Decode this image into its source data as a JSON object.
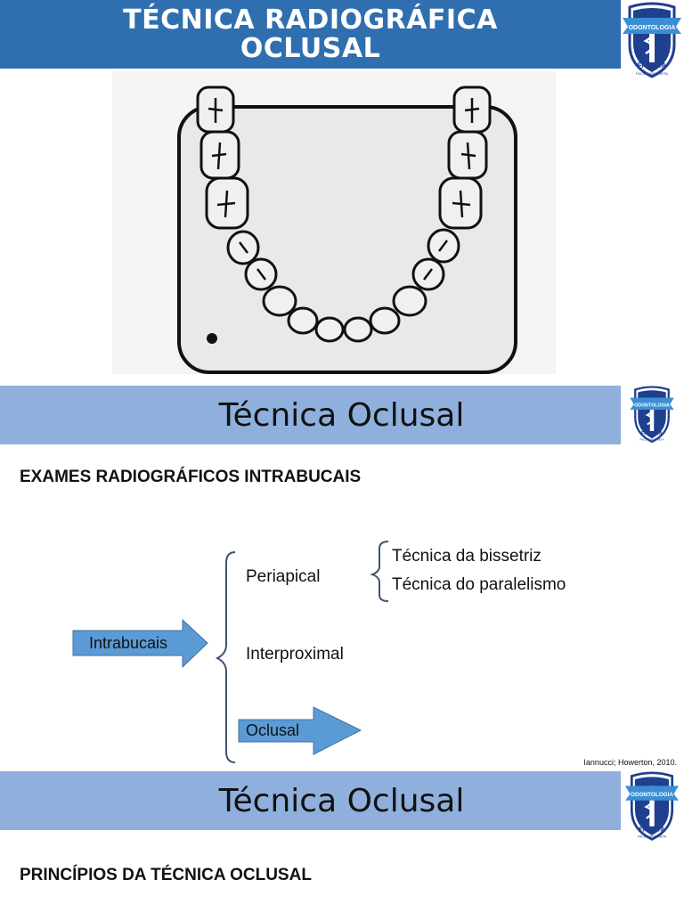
{
  "slide1": {
    "title_line1": "TÉCNICA RADIOGRÁFICA",
    "title_line2": "OCLUSAL"
  },
  "logo": {
    "name": "FAMETA",
    "ribbon_text": "ODONTOLOGIA",
    "subtitle": "FACULDADE META"
  },
  "slide2": {
    "banner_title": "Técnica Oclusal",
    "heading": "EXAMES RADIOGRÁFICOS INTRABUCAIS",
    "diagram": {
      "root": "Intrabucais",
      "branches": [
        "Periapical",
        "Interproximal",
        "Oclusal"
      ],
      "periapical_sub": [
        "Técnica da bissetriz",
        "Técnica do paralelismo"
      ]
    },
    "citation": "Iannucci; Howerton, 2010."
  },
  "slide3": {
    "banner_title": "Técnica Oclusal",
    "heading": "PRINCÍPIOS DA TÉCNICA OCLUSAL"
  },
  "colors": {
    "dark_banner": "#2f6faf",
    "light_banner": "#8fb0dd",
    "arrow": "#5b9bd5"
  },
  "icons": [
    "dental-arch-illustration",
    "fameta-shield-logo"
  ]
}
